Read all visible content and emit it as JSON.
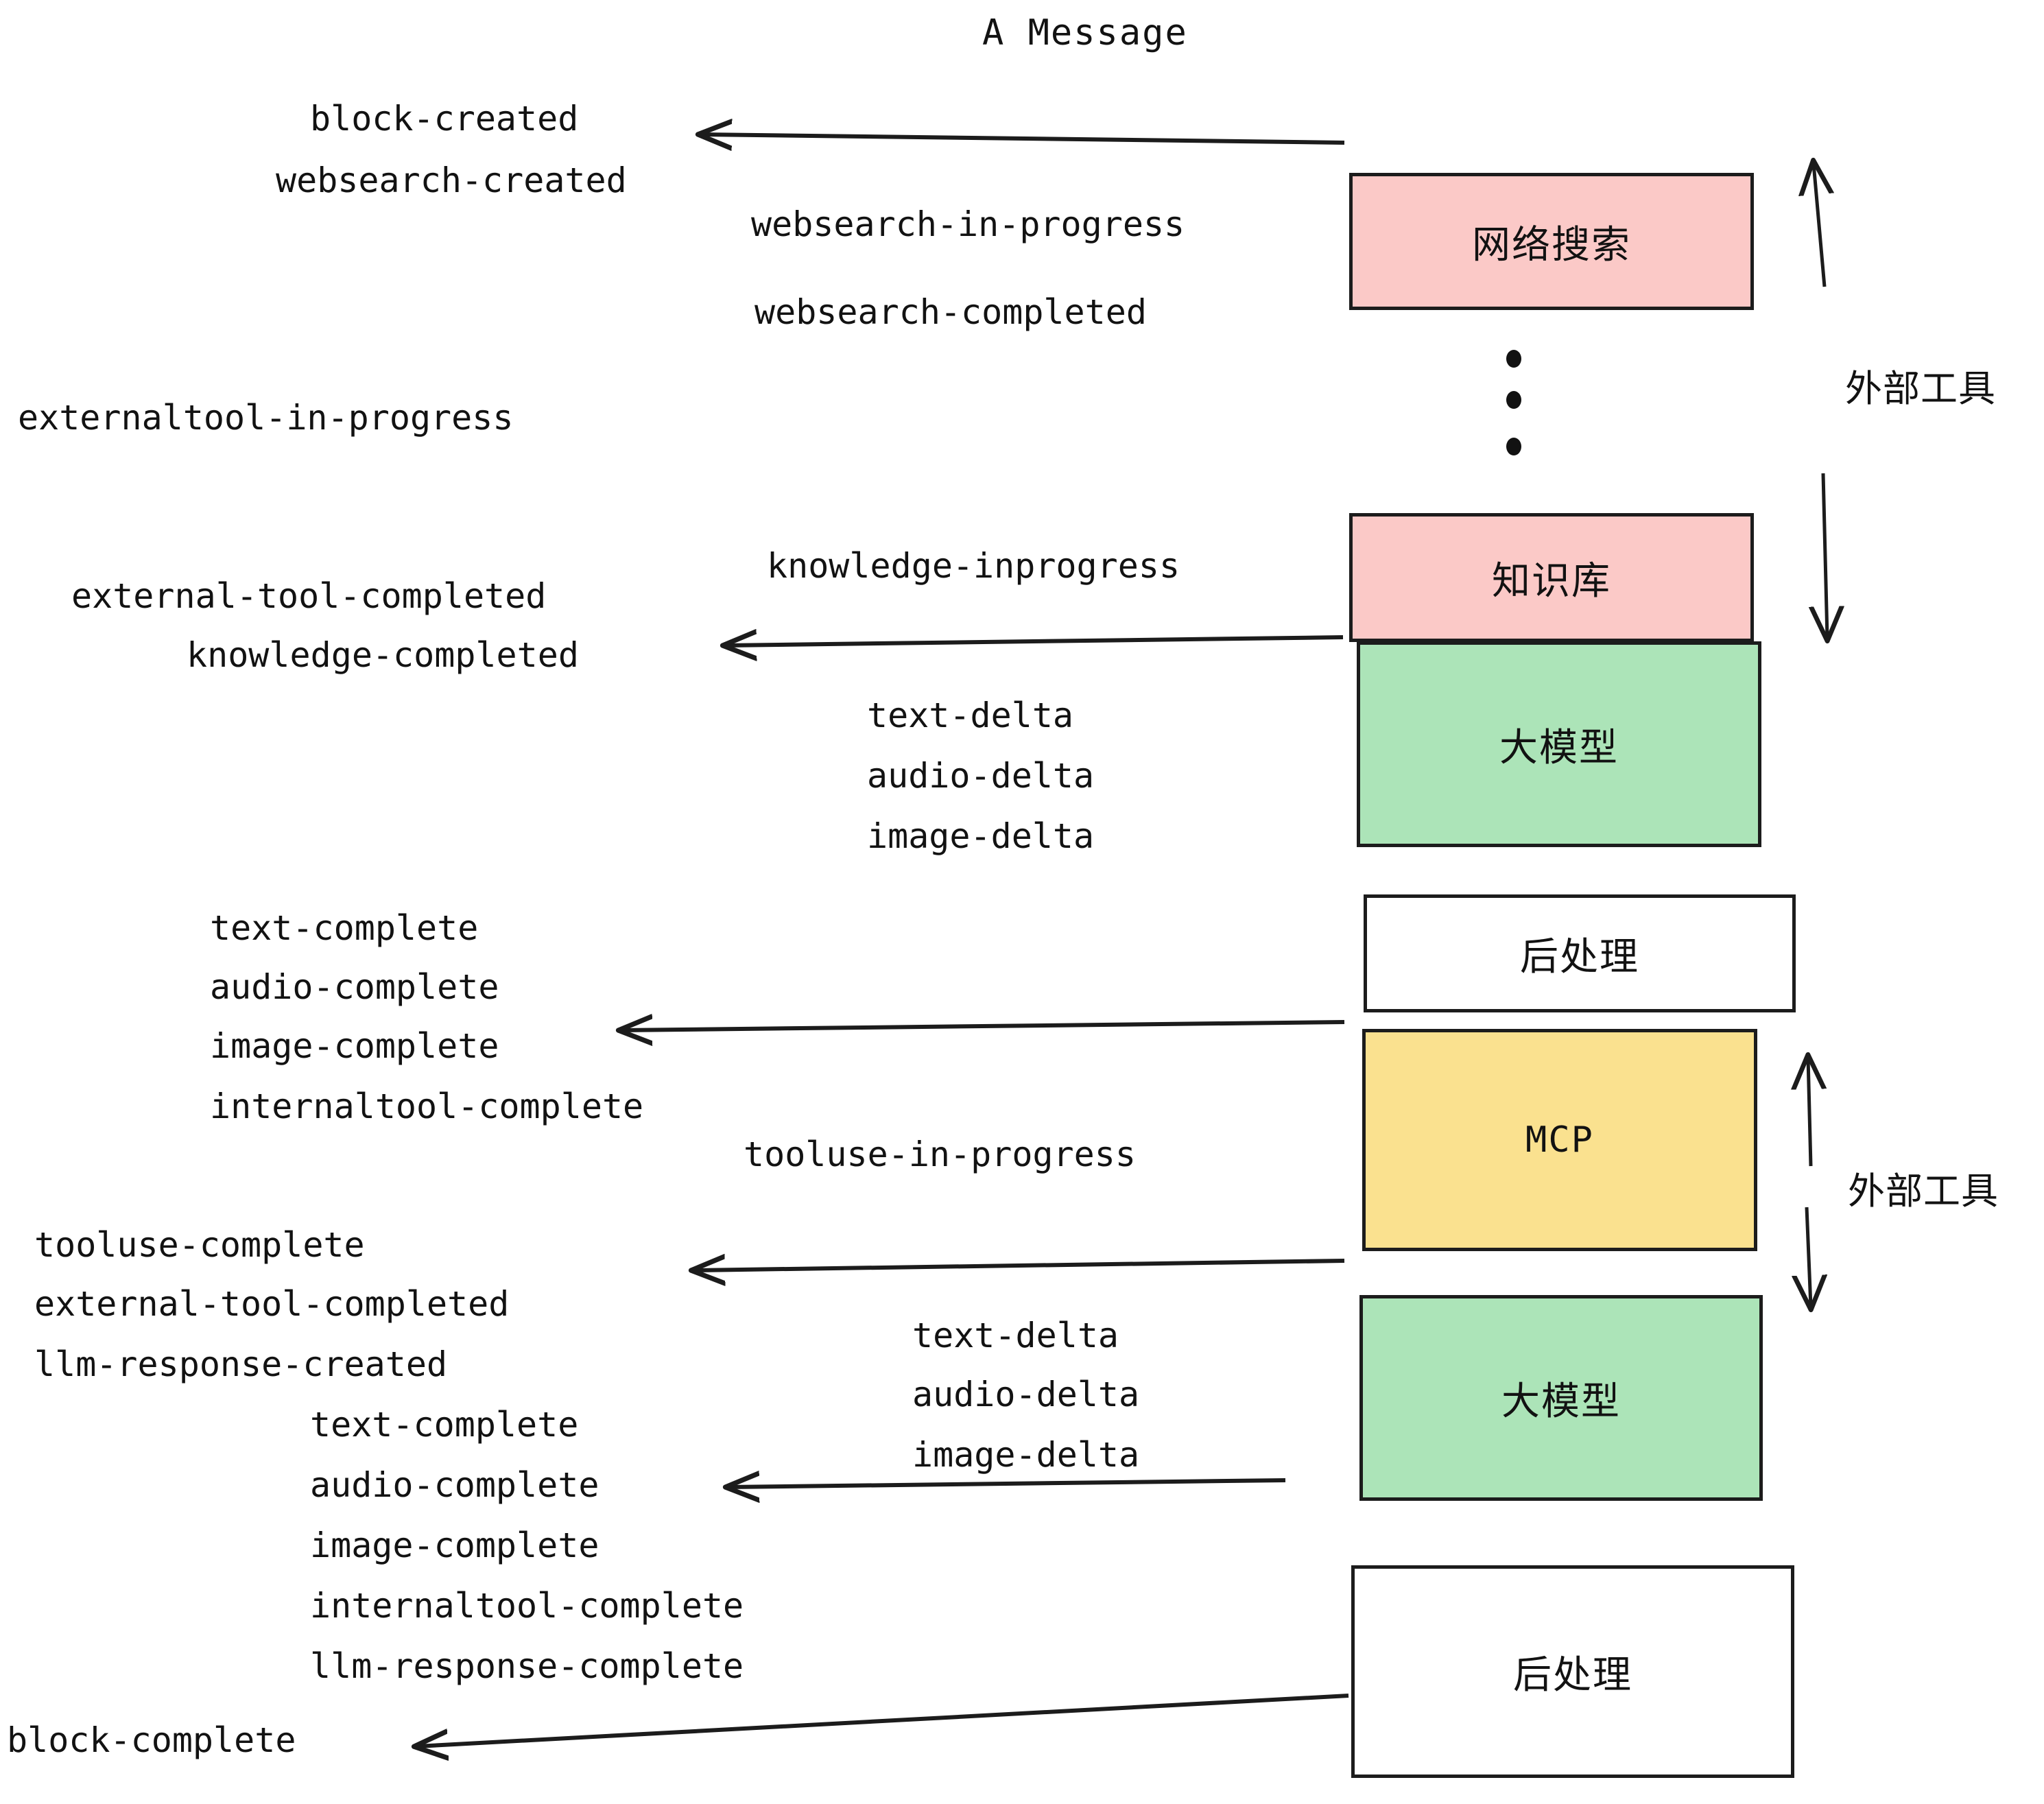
{
  "title": "A Message",
  "colors": {
    "external_tool_fill": "#fbc9c7",
    "llm_fill": "#ace4b8",
    "mcp_fill": "#fae18f",
    "postprocess_fill": "#ffffff",
    "stroke": "#1c1c1c",
    "text": "#121212",
    "background": "#ffffff"
  },
  "nodes": [
    {
      "id": "websearch",
      "label": "网络搜索",
      "fill_key": "external_tool_fill",
      "mono": false
    },
    {
      "id": "knowledge",
      "label": "知识库",
      "fill_key": "external_tool_fill",
      "mono": false
    },
    {
      "id": "llm-1",
      "label": "大模型",
      "fill_key": "llm_fill",
      "mono": false
    },
    {
      "id": "postprocess-1",
      "label": "后处理",
      "fill_key": "postprocess_fill",
      "mono": false
    },
    {
      "id": "mcp",
      "label": "MCP",
      "fill_key": "mcp_fill",
      "mono": true
    },
    {
      "id": "llm-2",
      "label": "大模型",
      "fill_key": "llm_fill",
      "mono": false
    },
    {
      "id": "postprocess-2",
      "label": "后处理",
      "fill_key": "postprocess_fill",
      "mono": false
    }
  ],
  "side_labels": [
    {
      "id": "external-tool-top",
      "label": "外部工具"
    },
    {
      "id": "external-tool-bottom",
      "label": "外部工具"
    }
  ],
  "events": [
    {
      "id": "block-created",
      "label": "block-created"
    },
    {
      "id": "websearch-created",
      "label": "websearch-created"
    },
    {
      "id": "websearch-in-progress",
      "label": "websearch-in-progress"
    },
    {
      "id": "websearch-completed",
      "label": "websearch-completed"
    },
    {
      "id": "externaltool-in-progress",
      "label": "externaltool-in-progress"
    },
    {
      "id": "knowledge-inprogress",
      "label": "knowledge-inprogress"
    },
    {
      "id": "external-tool-completed-1",
      "label": "external-tool-completed"
    },
    {
      "id": "knowledge-completed",
      "label": "knowledge-completed"
    },
    {
      "id": "text-delta-1",
      "label": "text-delta"
    },
    {
      "id": "audio-delta-1",
      "label": "audio-delta"
    },
    {
      "id": "image-delta-1",
      "label": "image-delta"
    },
    {
      "id": "text-complete-1",
      "label": "text-complete"
    },
    {
      "id": "audio-complete-1",
      "label": "audio-complete"
    },
    {
      "id": "image-complete-1",
      "label": "image-complete"
    },
    {
      "id": "internaltool-complete-1",
      "label": "internaltool-complete"
    },
    {
      "id": "tooluse-in-progress",
      "label": "tooluse-in-progress"
    },
    {
      "id": "tooluse-complete",
      "label": "tooluse-complete"
    },
    {
      "id": "external-tool-completed-2",
      "label": "external-tool-completed"
    },
    {
      "id": "llm-response-created",
      "label": "llm-response-created"
    },
    {
      "id": "text-delta-2",
      "label": "text-delta"
    },
    {
      "id": "audio-delta-2",
      "label": "audio-delta"
    },
    {
      "id": "image-delta-2",
      "label": "image-delta"
    },
    {
      "id": "text-complete-2",
      "label": "text-complete"
    },
    {
      "id": "audio-complete-2",
      "label": "audio-complete"
    },
    {
      "id": "image-complete-2",
      "label": "image-complete"
    },
    {
      "id": "internaltool-complete-2",
      "label": "internaltool-complete"
    },
    {
      "id": "llm-response-complete",
      "label": "llm-response-complete"
    },
    {
      "id": "block-complete",
      "label": "block-complete"
    }
  ]
}
